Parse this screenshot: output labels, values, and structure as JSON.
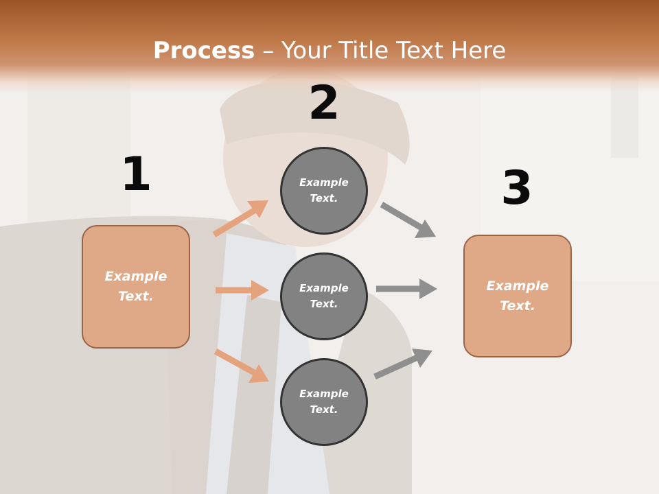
{
  "title": {
    "bold": "Process",
    "rest": " – Your Title Text Here"
  },
  "step_numbers": [
    "1",
    "2",
    "3"
  ],
  "left_box": {
    "text": "Example Text."
  },
  "circles": [
    {
      "text": "Example Text."
    },
    {
      "text": "Example Text."
    },
    {
      "text": "Example Text."
    }
  ],
  "right_box": {
    "text": "Example Text."
  },
  "colors": {
    "title_bar": "#b06a3a",
    "box_fill": "#dfa886",
    "box_border": "#9a6447",
    "circle_fill": "#828282",
    "circle_border": "#333333",
    "arrow_left": "#e4a37d",
    "arrow_right": "#8f8f8f"
  }
}
